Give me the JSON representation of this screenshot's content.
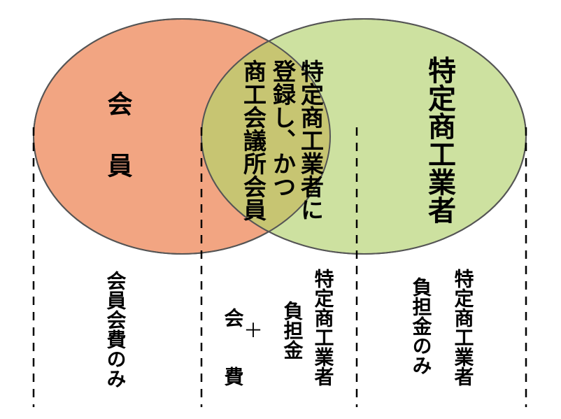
{
  "diagram": {
    "left_circle": {
      "label": "会　員",
      "color": "#F2A582"
    },
    "right_circle": {
      "label": "特定商工業者",
      "color": "#CDE1A0"
    },
    "overlap": {
      "lines": [
        "特定商工業者に",
        "登録し、かつ",
        "商工会議所会員"
      ],
      "color": "#C7C572"
    },
    "columns": {
      "col1": {
        "lines": [
          "会員会費のみ"
        ]
      },
      "col2": {
        "lines": [
          "特定商工業者",
          "負担金",
          "＋",
          "会　費"
        ]
      },
      "col3": {
        "lines": [
          "特定商工業者",
          "負担金のみ"
        ]
      }
    }
  }
}
